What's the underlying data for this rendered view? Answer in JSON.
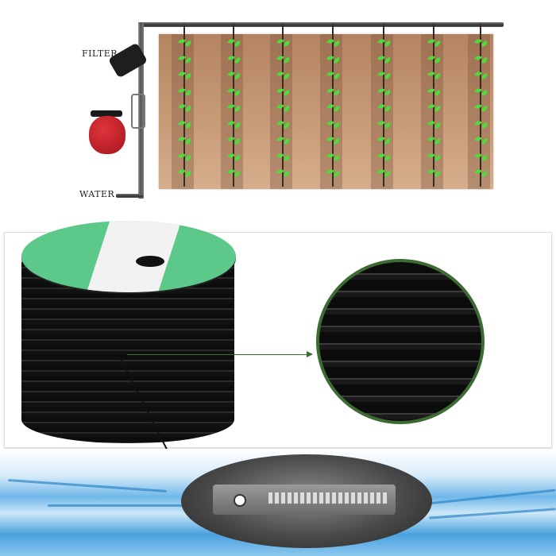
{
  "diagram": {
    "labels": {
      "filter": "FILTER",
      "water": "WATER"
    },
    "components": [
      "filter",
      "fertilizer-tank",
      "main-pipe",
      "drip-lines",
      "plants"
    ],
    "drip_line_count": 7,
    "plants_per_line": 9,
    "colors": {
      "soil": "#c99c78",
      "leaf": "#4ddc3a",
      "tank": "#c4222a",
      "spool_top": "#5cc98a",
      "zoom_border": "#3d6b34",
      "water": "#4aa1dd"
    }
  },
  "product": {
    "spool_label": "drip-tape-spool",
    "zoom_label": "emitter-closeup",
    "emitter_label": "flat-emitter-detail"
  }
}
